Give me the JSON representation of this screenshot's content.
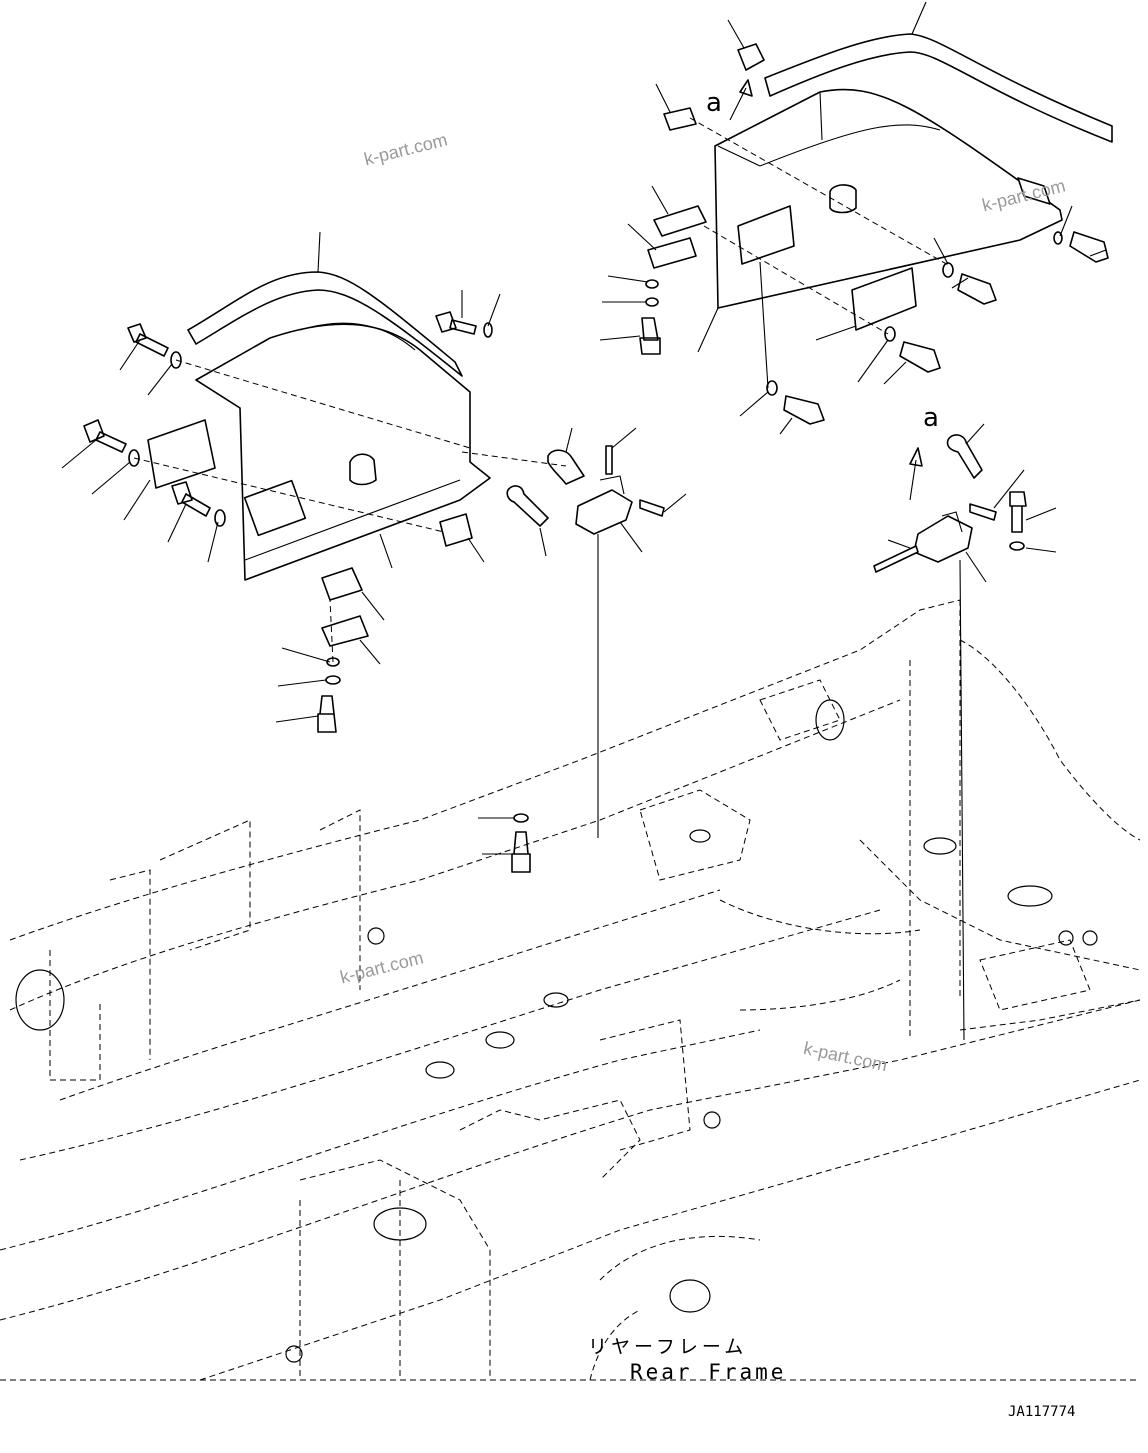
{
  "diagram": {
    "frame_label_jp": "リヤーフレーム",
    "frame_label_en": "Rear Frame",
    "drawing_code": "JA117774",
    "reference_marks": [
      "a",
      "a"
    ],
    "watermarks": [
      "k-part.com",
      "k-part.com",
      "k-part.com",
      "k-part.com"
    ]
  }
}
